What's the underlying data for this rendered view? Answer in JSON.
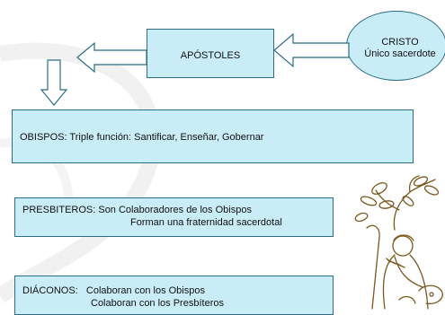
{
  "cristo": {
    "line1": "CRISTO",
    "line2": "Único sacerdote"
  },
  "apostoles": {
    "label": "APÓSTOLES"
  },
  "obispos": {
    "text": "OBISPOS: Triple función: Santificar, Enseñar, Gobernar"
  },
  "presbiteros": {
    "line1": "PRESBITEROS: Son Colaboradores de los Obispos",
    "line2": "Forman una fraternidad sacerdotal"
  },
  "diaconos": {
    "line1": "DIÁCONOS:   Colaboran con los Obispos",
    "line2": "Colaboran con los Presbíteros"
  },
  "colors": {
    "box_fill": "#c9edf7",
    "box_border": "#2c6e85",
    "arrow_fill": "#ffffff",
    "illustration_stroke": "#7a5a1e"
  },
  "icons": {
    "illustration": "shepherd-with-flute-illustration"
  }
}
